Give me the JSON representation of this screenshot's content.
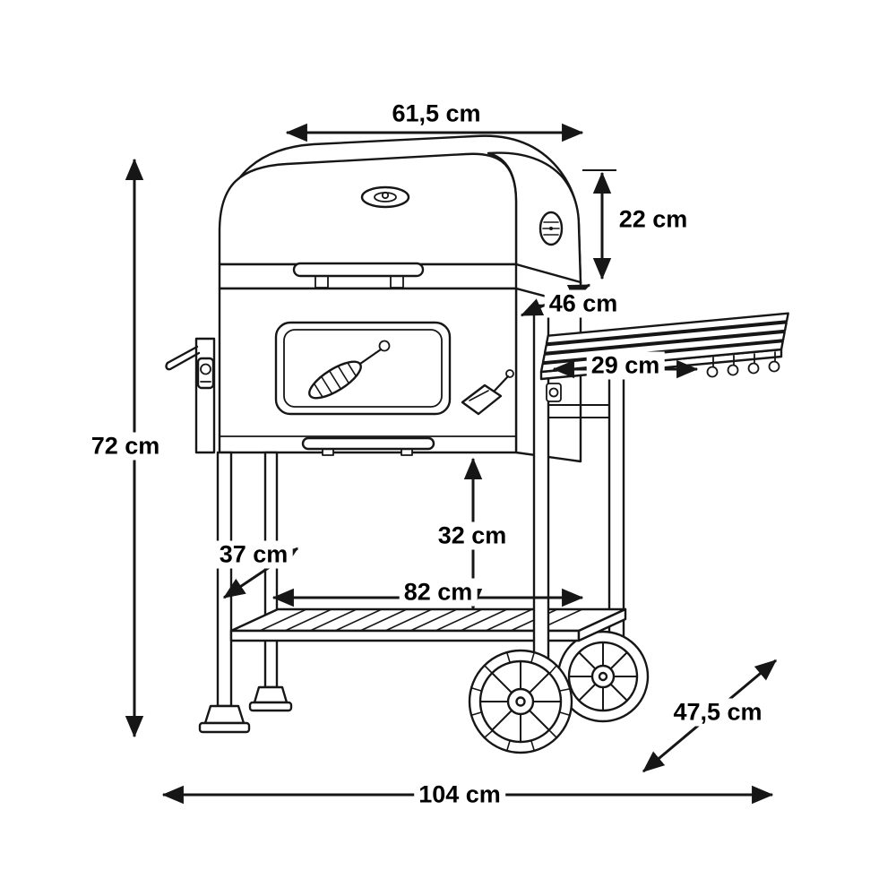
{
  "figure": {
    "type": "dimension-line-drawing"
  },
  "colors": {
    "ink": "#161616",
    "background": "#ffffff"
  },
  "labels": {
    "top_width": "61,5 cm",
    "lid_height": "22 cm",
    "lid_depth": "46 cm",
    "side_shelf_width": "29 cm",
    "total_height": "72 cm",
    "lower_shelf_depth": "37 cm",
    "under_body_clearance": "32 cm",
    "frame_width": "82 cm",
    "base_depth": "47,5 cm",
    "total_width": "104 cm"
  }
}
